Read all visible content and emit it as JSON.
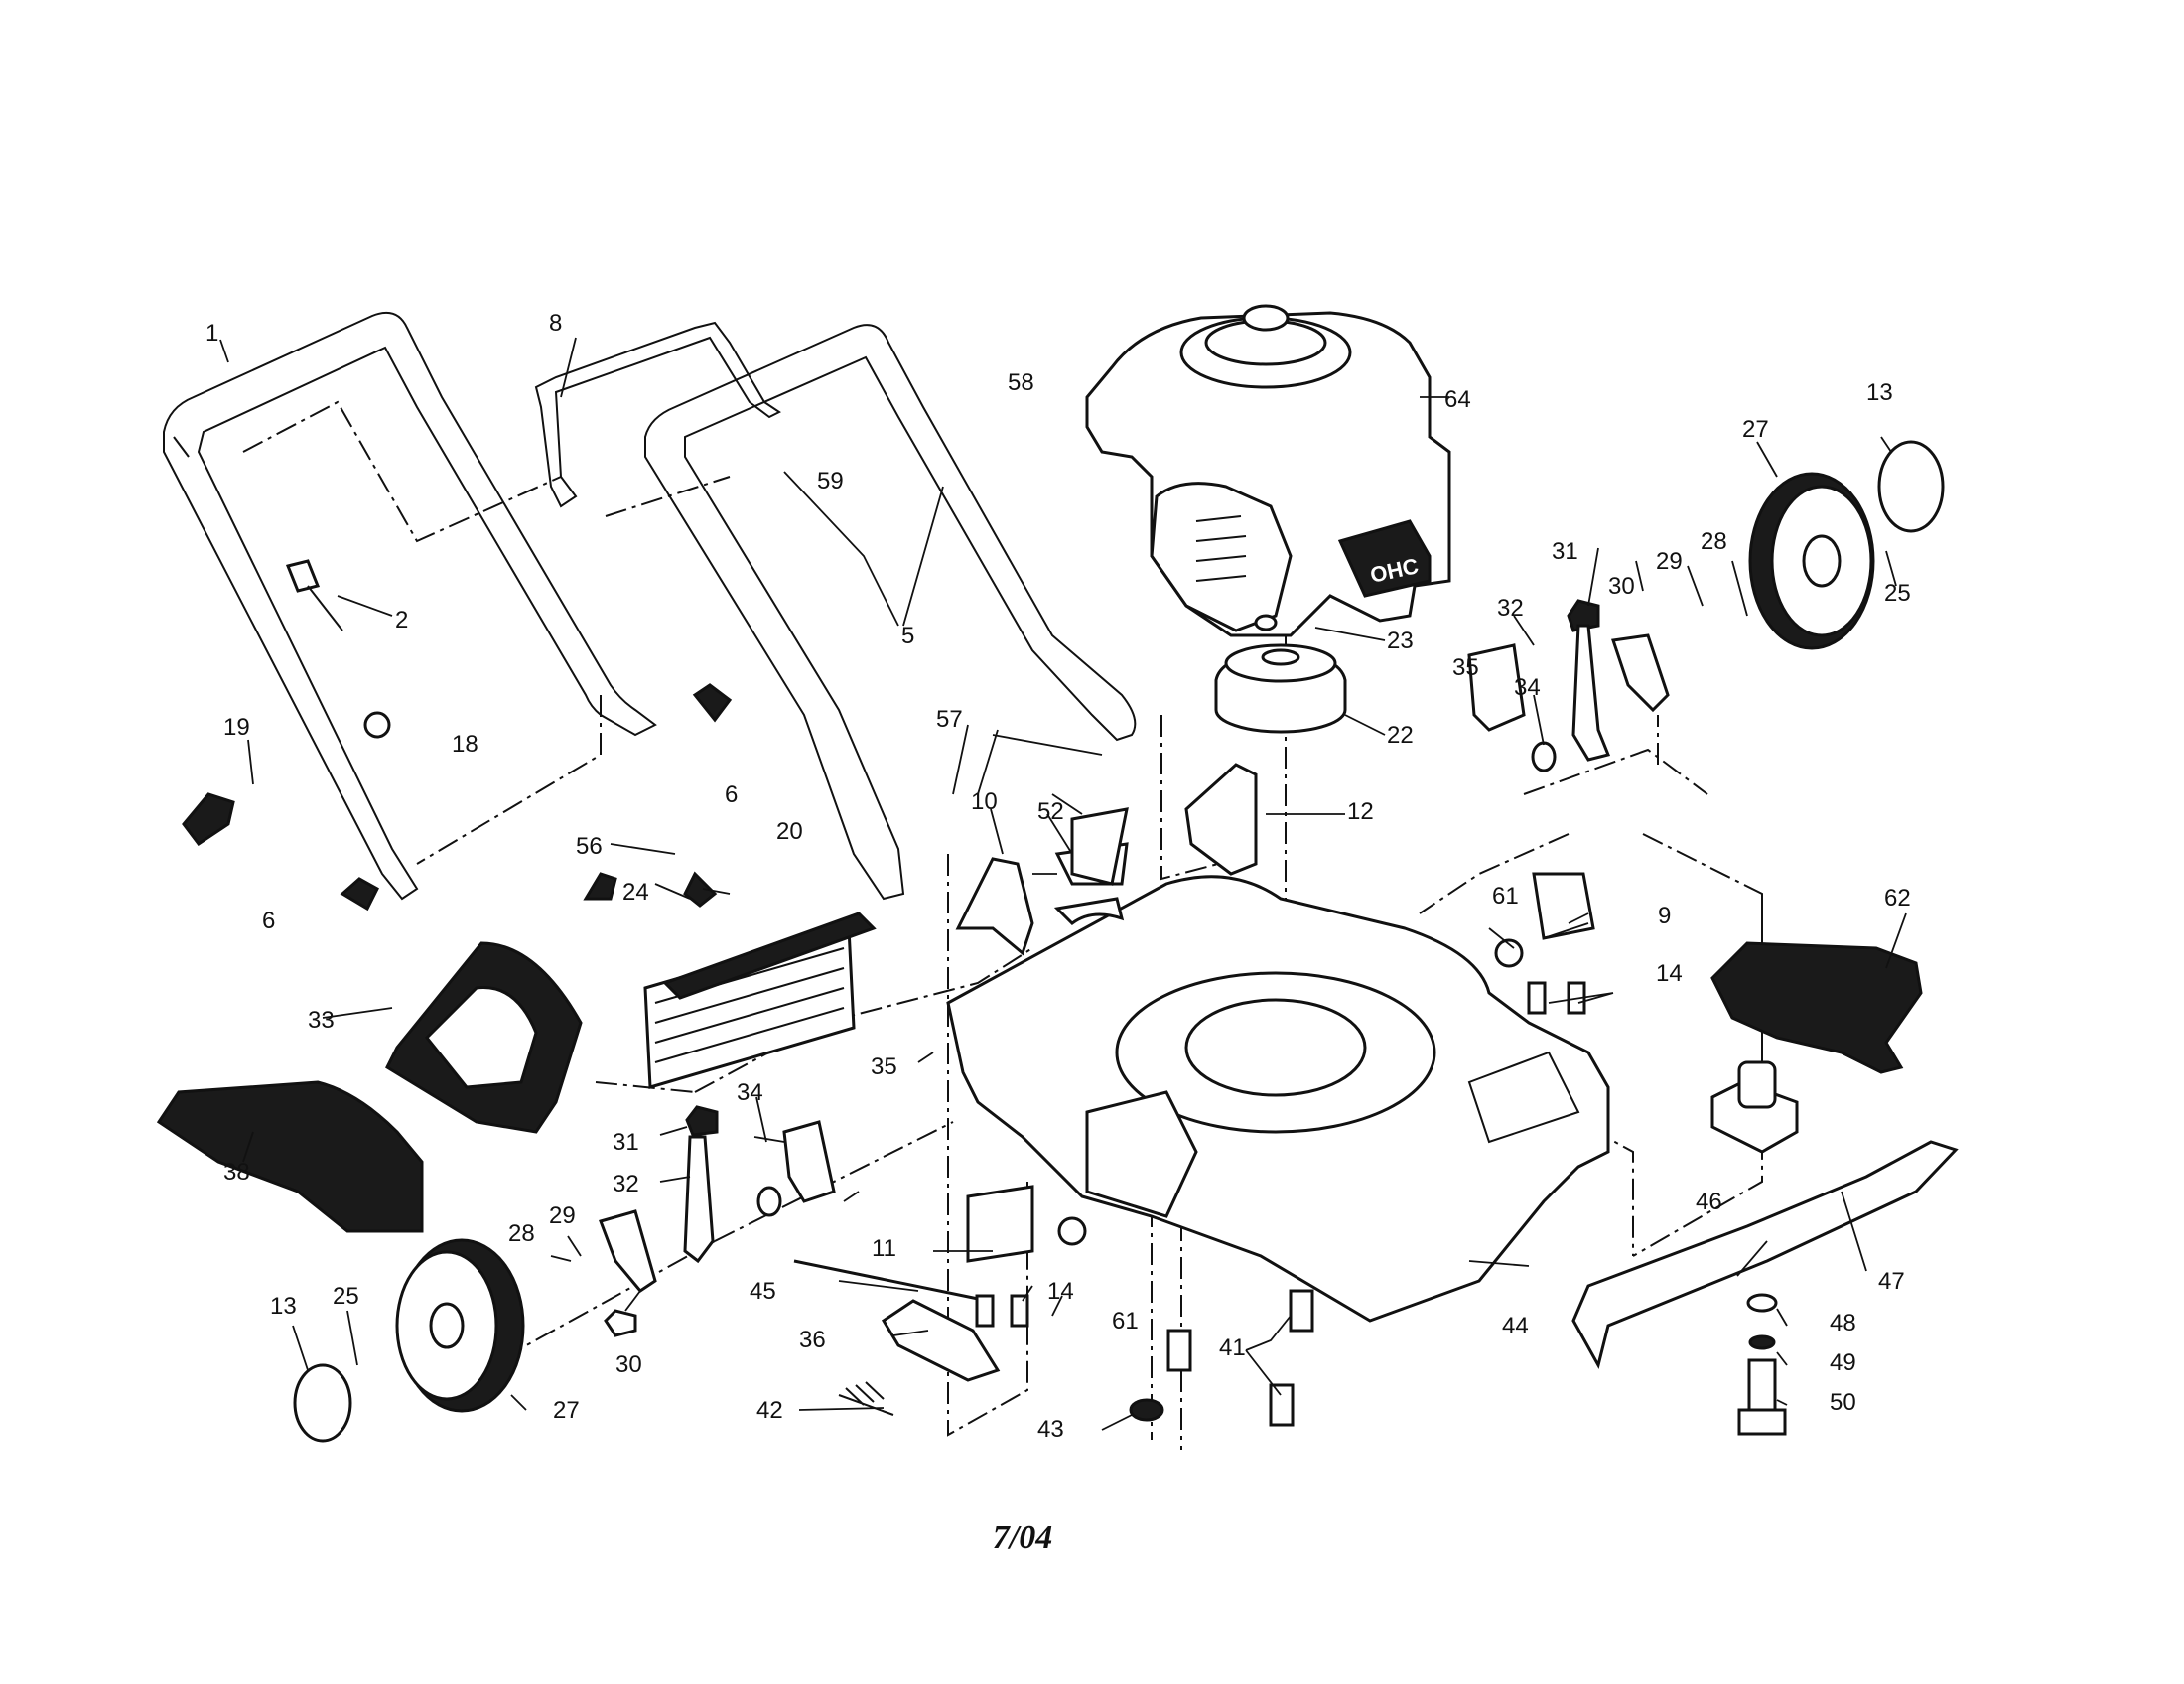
{
  "diagram": {
    "labels": {
      "l1": "1",
      "l2": "2",
      "l5": "5",
      "l6a": "6",
      "l6b": "6",
      "l8": "8",
      "l9": "9",
      "l10": "10",
      "l11": "11",
      "l12": "12",
      "l13a": "13",
      "l13b": "13",
      "l14a": "14",
      "l14b": "14",
      "l18": "18",
      "l19": "19",
      "l20": "20",
      "l22": "22",
      "l23": "23",
      "l24": "24",
      "l25a": "25",
      "l25b": "25",
      "l27a": "27",
      "l27b": "27",
      "l28a": "28",
      "l28b": "28",
      "l29a": "29",
      "l29b": "29",
      "l30a": "30",
      "l30b": "30",
      "l31a": "31",
      "l31b": "31",
      "l32a": "32",
      "l32b": "32",
      "l33": "33",
      "l34a": "34",
      "l34b": "34",
      "l35a": "35",
      "l35b": "35",
      "l36": "36",
      "l38": "38",
      "l41": "41",
      "l42": "42",
      "l43": "43",
      "l44": "44",
      "l45": "45",
      "l46": "46",
      "l47": "47",
      "l48": "48",
      "l49": "49",
      "l50": "50",
      "l52": "52",
      "l56": "56",
      "l57": "57",
      "l58": "58",
      "l59": "59",
      "l61a": "61",
      "l61b": "61",
      "l62": "62",
      "l64": "64"
    },
    "engine_badge": "OHC",
    "footer": "7/04"
  }
}
